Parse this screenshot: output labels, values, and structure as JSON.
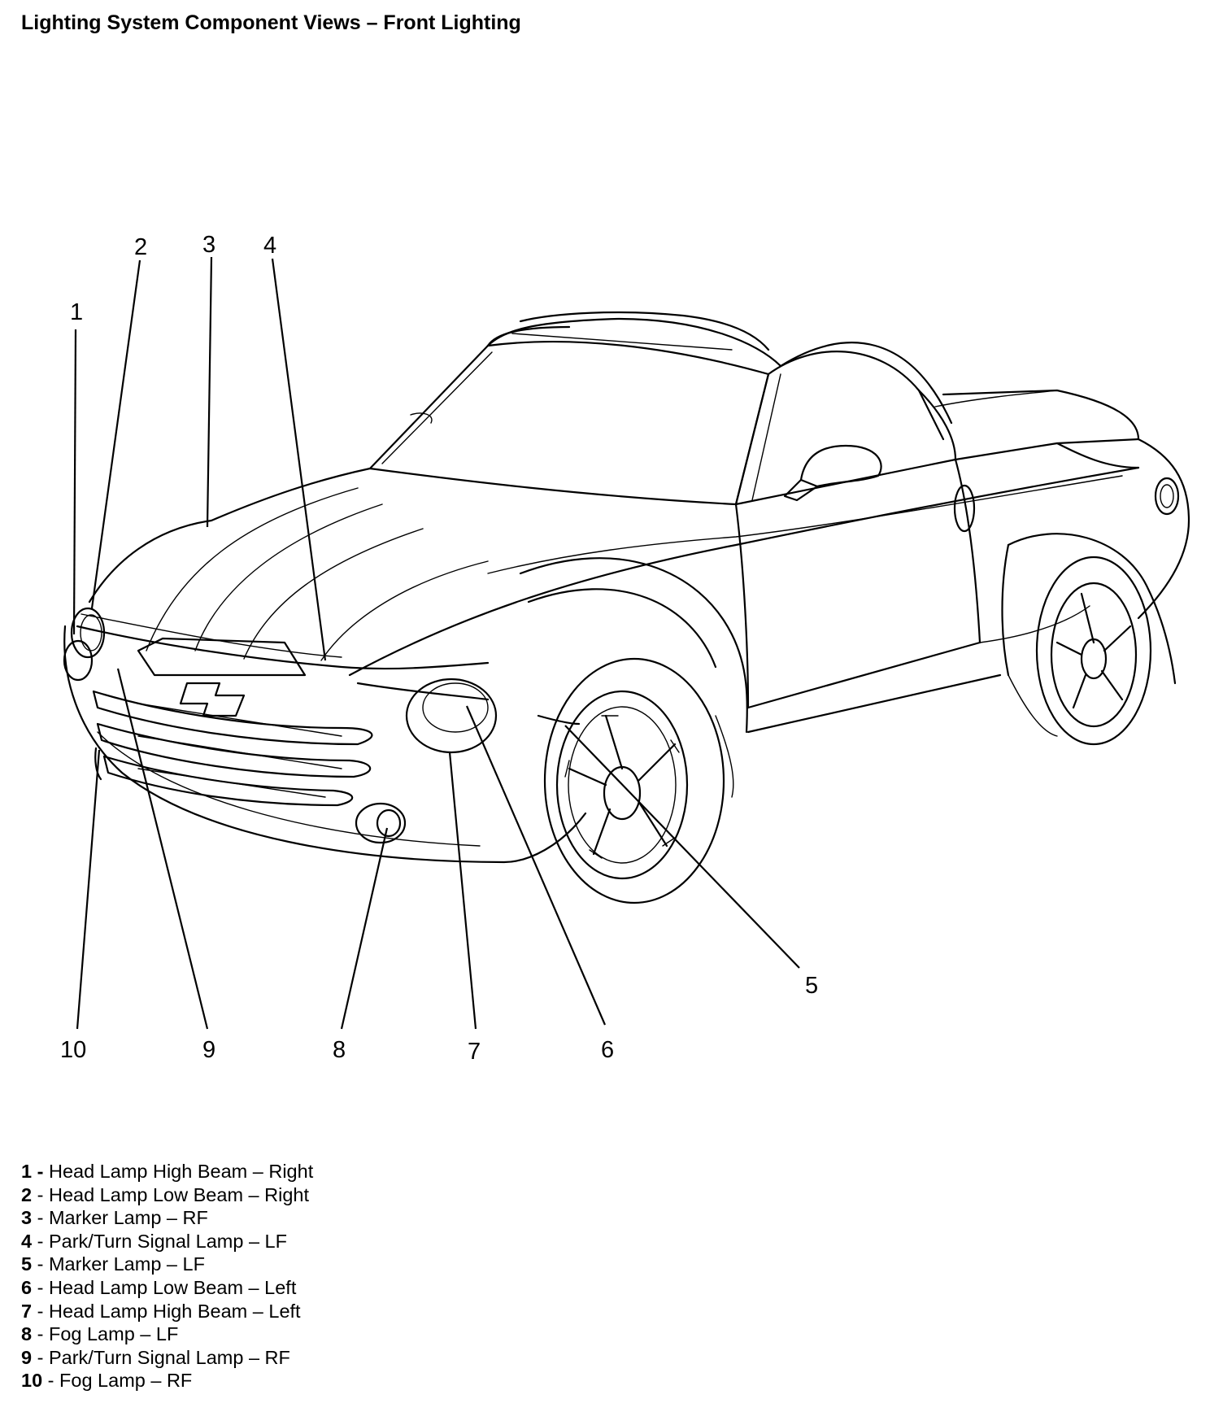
{
  "title": "Lighting System Component Views – Front Lighting",
  "callouts": [
    {
      "number": "1",
      "name": "Head Lamp High Beam – Right"
    },
    {
      "number": "2",
      "name": "Head Lamp Low Beam – Right"
    },
    {
      "number": "3",
      "name": "Marker Lamp – RF"
    },
    {
      "number": "4",
      "name": "Park/Turn Signal Lamp – LF"
    },
    {
      "number": "5",
      "name": "Marker Lamp – LF"
    },
    {
      "number": "6",
      "name": "Head Lamp Low Beam – Left"
    },
    {
      "number": "7",
      "name": "Head Lamp High Beam – Left"
    },
    {
      "number": "8",
      "name": "Fog Lamp – LF"
    },
    {
      "number": "9",
      "name": "Park/Turn Signal Lamp – RF"
    },
    {
      "number": "10",
      "name": "Fog Lamp – RF"
    }
  ]
}
